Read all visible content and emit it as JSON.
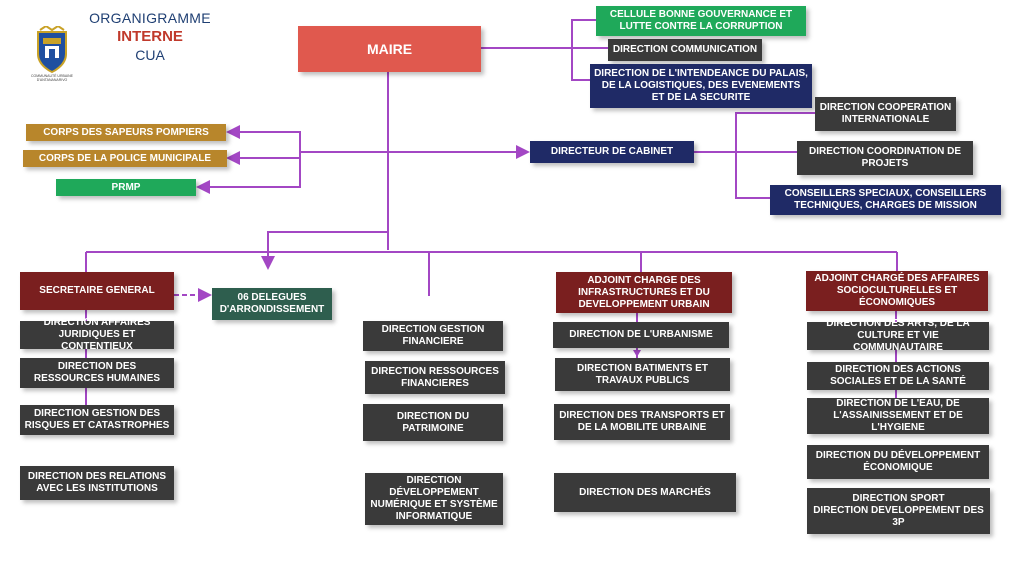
{
  "header": {
    "line1": "ORGANIGRAMME",
    "line2": "INTERNE",
    "line3": "CUA"
  },
  "logo": {
    "icon": "city-crest-icon",
    "caption": "COMMUNAUTÉ URBAINE D'ANTANANARIVO"
  },
  "mayor": "MAIRE",
  "mayor_units": {
    "good_governance": "CELLULE BONNE GOUVERNANCE ET LUTTE CONTRE LA CORRUPTION",
    "communication": "DIRECTION COMMUNICATION",
    "intendance": "DIRECTION DE L'INTENDEANCE DU PALAIS, DE LA LOGISTIQUES, DES EVENEMENTS ET DE LA SECURITE"
  },
  "left_units": {
    "firefighters": "CORPS DES SAPEURS POMPIERS",
    "police": "CORPS DE LA POLICE MUNICIPALE",
    "prmp": "PRMP"
  },
  "cabinet": {
    "director": "DIRECTEUR DE CABINET",
    "coop": "DIRECTION COOPERATION INTERNATIONALE",
    "projects": "DIRECTION COORDINATION DE PROJETS",
    "advisers": "CONSEILLERS SPECIAUX, CONSEILLERS TECHNIQUES, CHARGES DE MISSION"
  },
  "secretary": {
    "head": "SECRETAIRE GENERAL",
    "delegates": "06 DELEGUES D'ARRONDISSEMENT",
    "items": [
      "DIRECTION AFFAIRES JURIDIQUES ET CONTENTIEUX",
      "DIRECTION DES RESSOURCES HUMAINES",
      "DIRECTION GESTION DES RISQUES ET CATASTROPHES",
      "DIRECTION DES RELATIONS AVEC LES INSTITUTIONS"
    ]
  },
  "finance": {
    "items": [
      "DIRECTION GESTION FINANCIERE",
      "DIRECTION RESSOURCES FINANCIERES",
      "DIRECTION DU PATRIMOINE",
      "DIRECTION DÉVELOPPEMENT NUMÉRIQUE ET SYSTÈME INFORMATIQUE"
    ]
  },
  "infrastructure": {
    "head": "ADJOINT CHARGE DES INFRASTRUCTURES ET DU DEVELOPPEMENT URBAIN",
    "items": [
      "DIRECTION DE L'URBANISME",
      "DIRECTION BATIMENTS ET TRAVAUX PUBLICS",
      "DIRECTION DES TRANSPORTS ET DE LA MOBILITE URBAINE",
      "DIRECTION DES MARCHÉS"
    ]
  },
  "social": {
    "head": "ADJOINT CHARGÉ DES AFFAIRES SOCIOCULTURELLES ET ÉCONOMIQUES",
    "items": [
      "DIRECTION DES ARTS, DE LA CULTURE ET VIE COMMUNAUTAIRE",
      "DIRECTION DES ACTIONS SOCIALES ET DE LA SANTÉ",
      "DIRECTION DE L'EAU, DE L'ASSAINISSEMENT ET DE L'HYGIENE",
      "DIRECTION DU DÉVELOPPEMENT ÉCONOMIQUE",
      "DIRECTION SPORT",
      "DIRECTION DEVELOPPEMENT DES 3P"
    ]
  },
  "colors": {
    "connector": "#a347c4",
    "dark": "#3a3a3a",
    "navy": "#1f2a66",
    "maroon": "#7a1f1f",
    "red": "#e0594e",
    "gold": "#b8862b",
    "green": "#1fa95a"
  }
}
